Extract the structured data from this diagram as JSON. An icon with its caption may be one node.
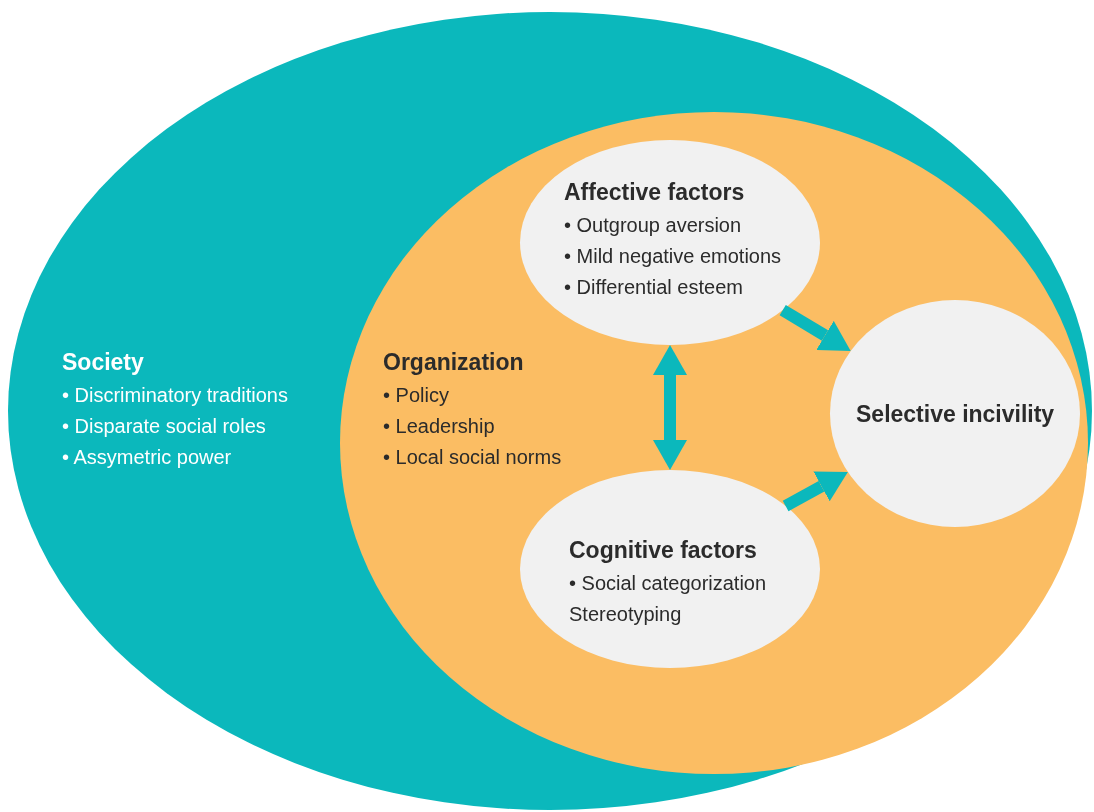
{
  "diagram": {
    "nodes": [
      {
        "text": [
          "Society",
          "• Discriminatory traditions",
          "• Disparate social roles",
          "• Assymetric power"
        ]
      },
      {
        "text": [
          "Organization",
          "• Policy",
          "• Leadership",
          "• Local social norms"
        ],
        "in": 0
      },
      {
        "text": [
          "Affective factors",
          "• Outgroup aversion",
          "• Mild negative emotions",
          "• Differential esteem"
        ],
        "in": 1
      },
      {
        "text": [
          "Selective incivility"
        ],
        "in": 1
      },
      {
        "text": [
          "Cognitive factors",
          "• Social categorization Stereotyping"
        ],
        "in": 1
      }
    ],
    "edges": [
      {
        "from": 2,
        "to": 4,
        "arrow": "both"
      },
      {
        "from": 2,
        "to": 3,
        "arrow": "to"
      },
      {
        "from": 4,
        "to": 3,
        "arrow": "to"
      }
    ]
  }
}
